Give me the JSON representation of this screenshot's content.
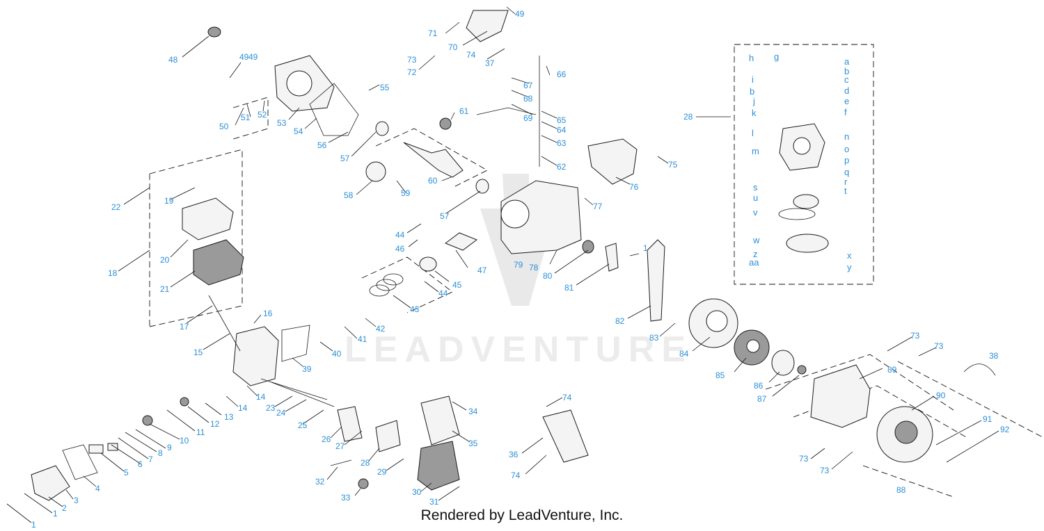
{
  "watermark": {
    "text": "LEADVENTURE"
  },
  "footer": {
    "text": "Rendered by LeadVenture, Inc."
  },
  "colors": {
    "callout": "#2b8fd6",
    "line": "#111111",
    "watermark": "#ececec"
  },
  "callouts": [
    {
      "id": "c48",
      "label": "48"
    },
    {
      "id": "c49a",
      "label": "49"
    },
    {
      "id": "c49b",
      "label": "49"
    },
    {
      "id": "c50",
      "label": "50"
    },
    {
      "id": "c51",
      "label": "51"
    },
    {
      "id": "c52",
      "label": "52"
    },
    {
      "id": "c53",
      "label": "53"
    },
    {
      "id": "c54",
      "label": "54"
    },
    {
      "id": "c55",
      "label": "55"
    },
    {
      "id": "c56",
      "label": "56"
    },
    {
      "id": "c57a",
      "label": "57"
    },
    {
      "id": "c57b",
      "label": "57"
    },
    {
      "id": "c58",
      "label": "58"
    },
    {
      "id": "c59",
      "label": "59"
    },
    {
      "id": "c60",
      "label": "60"
    },
    {
      "id": "c61",
      "label": "61"
    },
    {
      "id": "c62",
      "label": "62"
    },
    {
      "id": "c63",
      "label": "63"
    },
    {
      "id": "c64",
      "label": "64"
    },
    {
      "id": "c65",
      "label": "65"
    },
    {
      "id": "c66",
      "label": "66"
    },
    {
      "id": "c67",
      "label": "67"
    },
    {
      "id": "c68",
      "label": "68"
    },
    {
      "id": "c69",
      "label": "69"
    },
    {
      "id": "c70",
      "label": "70"
    },
    {
      "id": "c71",
      "label": "71"
    },
    {
      "id": "c72",
      "label": "72"
    },
    {
      "id": "c73a",
      "label": "73"
    },
    {
      "id": "c74a",
      "label": "74"
    },
    {
      "id": "c37",
      "label": "37"
    },
    {
      "id": "c75",
      "label": "75"
    },
    {
      "id": "c76",
      "label": "76"
    },
    {
      "id": "c77",
      "label": "77"
    },
    {
      "id": "c78",
      "label": "78"
    },
    {
      "id": "c79",
      "label": "79"
    },
    {
      "id": "c80",
      "label": "80"
    },
    {
      "id": "c81",
      "label": "81"
    },
    {
      "id": "c82",
      "label": "82"
    },
    {
      "id": "c83",
      "label": "83"
    },
    {
      "id": "c84",
      "label": "84"
    },
    {
      "id": "c85",
      "label": "85"
    },
    {
      "id": "c86",
      "label": "86"
    },
    {
      "id": "c87",
      "label": "87"
    },
    {
      "id": "c88",
      "label": "88"
    },
    {
      "id": "c89",
      "label": "89"
    },
    {
      "id": "c90",
      "label": "90"
    },
    {
      "id": "c91",
      "label": "91"
    },
    {
      "id": "c92",
      "label": "92"
    },
    {
      "id": "c73b",
      "label": "73"
    },
    {
      "id": "c73c",
      "label": "73"
    },
    {
      "id": "c73d",
      "label": "73"
    },
    {
      "id": "c73e",
      "label": "73"
    },
    {
      "id": "c38",
      "label": "38"
    },
    {
      "id": "c28",
      "label": "28"
    },
    {
      "id": "c1a",
      "label": "1"
    },
    {
      "id": "c44a",
      "label": "44"
    },
    {
      "id": "c46",
      "label": "46"
    },
    {
      "id": "c47",
      "label": "47"
    },
    {
      "id": "c45",
      "label": "45"
    },
    {
      "id": "c44b",
      "label": "44"
    },
    {
      "id": "c43",
      "label": "43"
    },
    {
      "id": "c42",
      "label": "42"
    },
    {
      "id": "c41",
      "label": "41"
    },
    {
      "id": "c40",
      "label": "40"
    },
    {
      "id": "c39",
      "label": "39"
    },
    {
      "id": "c22",
      "label": "22"
    },
    {
      "id": "c19",
      "label": "19"
    },
    {
      "id": "c18",
      "label": "18"
    },
    {
      "id": "c20",
      "label": "20"
    },
    {
      "id": "c21",
      "label": "21"
    },
    {
      "id": "c17",
      "label": "17"
    },
    {
      "id": "c16",
      "label": "16"
    },
    {
      "id": "c15",
      "label": "15"
    },
    {
      "id": "c14a",
      "label": "14"
    },
    {
      "id": "c14b",
      "label": "14"
    },
    {
      "id": "c13",
      "label": "13"
    },
    {
      "id": "c12",
      "label": "12"
    },
    {
      "id": "c11",
      "label": "11"
    },
    {
      "id": "c10",
      "label": "10"
    },
    {
      "id": "c9",
      "label": "9"
    },
    {
      "id": "c8",
      "label": "8"
    },
    {
      "id": "c7",
      "label": "7"
    },
    {
      "id": "c6",
      "label": "6"
    },
    {
      "id": "c5",
      "label": "5"
    },
    {
      "id": "c4",
      "label": "4"
    },
    {
      "id": "c3",
      "label": "3"
    },
    {
      "id": "c2",
      "label": "2"
    },
    {
      "id": "c1b",
      "label": "1"
    },
    {
      "id": "c1c",
      "label": "1"
    },
    {
      "id": "c23",
      "label": "23"
    },
    {
      "id": "c24",
      "label": "24"
    },
    {
      "id": "c25",
      "label": "25"
    },
    {
      "id": "c26",
      "label": "26"
    },
    {
      "id": "c27",
      "label": "27"
    },
    {
      "id": "c28b",
      "label": "28"
    },
    {
      "id": "c29",
      "label": "29"
    },
    {
      "id": "c30",
      "label": "30"
    },
    {
      "id": "c31",
      "label": "31"
    },
    {
      "id": "c32",
      "label": "32"
    },
    {
      "id": "c33",
      "label": "33"
    },
    {
      "id": "c34",
      "label": "34"
    },
    {
      "id": "c35",
      "label": "35"
    },
    {
      "id": "c36",
      "label": "36"
    },
    {
      "id": "c74b",
      "label": "74"
    },
    {
      "id": "c74c",
      "label": "74"
    },
    {
      "id": "c49c",
      "label": "49"
    }
  ],
  "carb_letters": [
    {
      "id": "la",
      "label": "a"
    },
    {
      "id": "lb1",
      "label": "b"
    },
    {
      "id": "lc",
      "label": "c"
    },
    {
      "id": "ld",
      "label": "d"
    },
    {
      "id": "le",
      "label": "e"
    },
    {
      "id": "lf",
      "label": "f"
    },
    {
      "id": "lg",
      "label": "g"
    },
    {
      "id": "lh",
      "label": "h"
    },
    {
      "id": "li",
      "label": "i"
    },
    {
      "id": "lb2",
      "label": "b"
    },
    {
      "id": "lj",
      "label": "j"
    },
    {
      "id": "lk",
      "label": "k"
    },
    {
      "id": "ll",
      "label": "l"
    },
    {
      "id": "lm",
      "label": "m"
    },
    {
      "id": "ln",
      "label": "n"
    },
    {
      "id": "lo",
      "label": "o"
    },
    {
      "id": "lp",
      "label": "p"
    },
    {
      "id": "lq",
      "label": "q"
    },
    {
      "id": "lr",
      "label": "r"
    },
    {
      "id": "ls",
      "label": "s"
    },
    {
      "id": "lt",
      "label": "t"
    },
    {
      "id": "lu",
      "label": "u"
    },
    {
      "id": "lv",
      "label": "v"
    },
    {
      "id": "lw",
      "label": "w"
    },
    {
      "id": "lz",
      "label": "z"
    },
    {
      "id": "lx",
      "label": "x"
    },
    {
      "id": "laa",
      "label": "aa"
    },
    {
      "id": "ly",
      "label": "y"
    }
  ]
}
